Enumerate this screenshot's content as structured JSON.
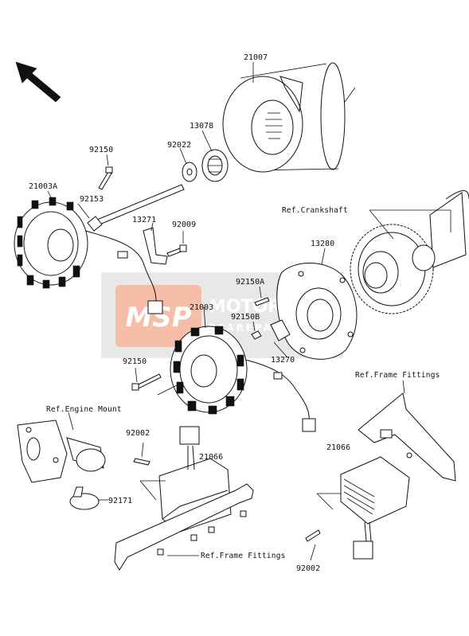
{
  "diagram": {
    "part_labels": {
      "p21007": "21007",
      "p13078": "13078",
      "p92022": "92022",
      "p92150_top": "92150",
      "p21003A": "21003A",
      "p92153": "92153",
      "p13271": "13271",
      "p92009": "92009",
      "p13280": "13280",
      "p92150A": "92150A",
      "p21003": "21003",
      "p92150B": "92150B",
      "p13270": "13270",
      "p92150_mid": "92150",
      "p92002_left": "92002",
      "p21066_left": "21066",
      "p92171": "92171",
      "p21066_right": "21066",
      "p92002_right": "92002"
    },
    "ref_labels": {
      "crankshaft": "Ref.Crankshaft",
      "frame_fittings_top": "Ref.Frame Fittings",
      "engine_mount": "Ref.Engine Mount",
      "frame_fittings_bottom": "Ref.Frame Fittings"
    },
    "watermark": {
      "brand": "MSP",
      "text_main": "MOTOR",
      "text_sub": "SPAREPARTS",
      "color": "#e8572a"
    }
  }
}
